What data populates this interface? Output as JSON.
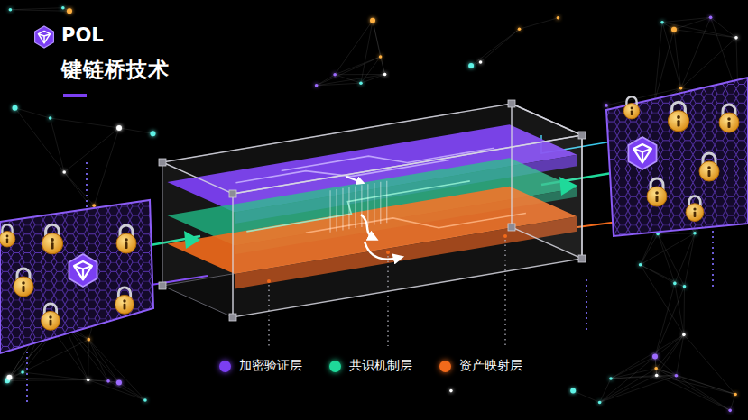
{
  "diagram": {
    "title": "键链桥技术",
    "labels": [
      "POL"
    ],
    "legend": [
      {
        "text": "加密验证层",
        "color": "#7b3ff2"
      },
      {
        "text": "共识机制层",
        "color": "#1fd99a"
      },
      {
        "text": "资产映射层",
        "color": "#f26a1b"
      }
    ]
  }
}
